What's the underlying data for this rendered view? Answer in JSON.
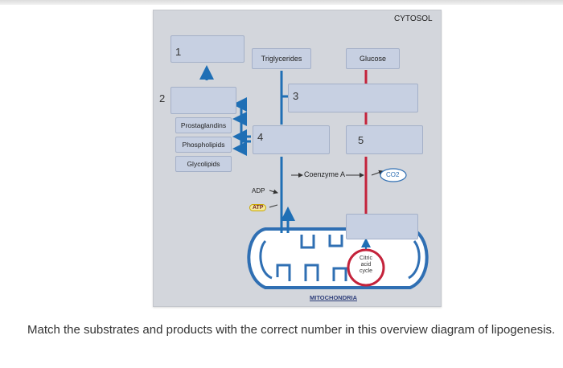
{
  "diagram": {
    "cytosol_label": "CYTOSOL",
    "mitochondria_label": "MITOCHONDRIA",
    "numbers": [
      "1",
      "2",
      "3",
      "4",
      "5"
    ],
    "triglycerides": "Triglycerides",
    "glucose": "Glucose",
    "prostaglandins": "Prostaglandins",
    "phospholipids": "Phospholipids",
    "glycolipids": "Glycolipids",
    "coenzyme_a": "Coenzyme A",
    "co2": "CO2",
    "adp": "ADP",
    "atp": "ATP",
    "citric_acid_cycle": [
      "Citric",
      "acid",
      "cycle"
    ]
  },
  "question": "Match the substrates and products with the correct number in this overview diagram of lipogenesis.",
  "colors": {
    "panel": "#d3d6dc",
    "box_fill": "#c7d0e2",
    "arrow_blue": "#1f6fb5",
    "arrow_red": "#c4233b",
    "mito_outline": "#2f6fb3",
    "citric_fill": "#ffffff"
  }
}
